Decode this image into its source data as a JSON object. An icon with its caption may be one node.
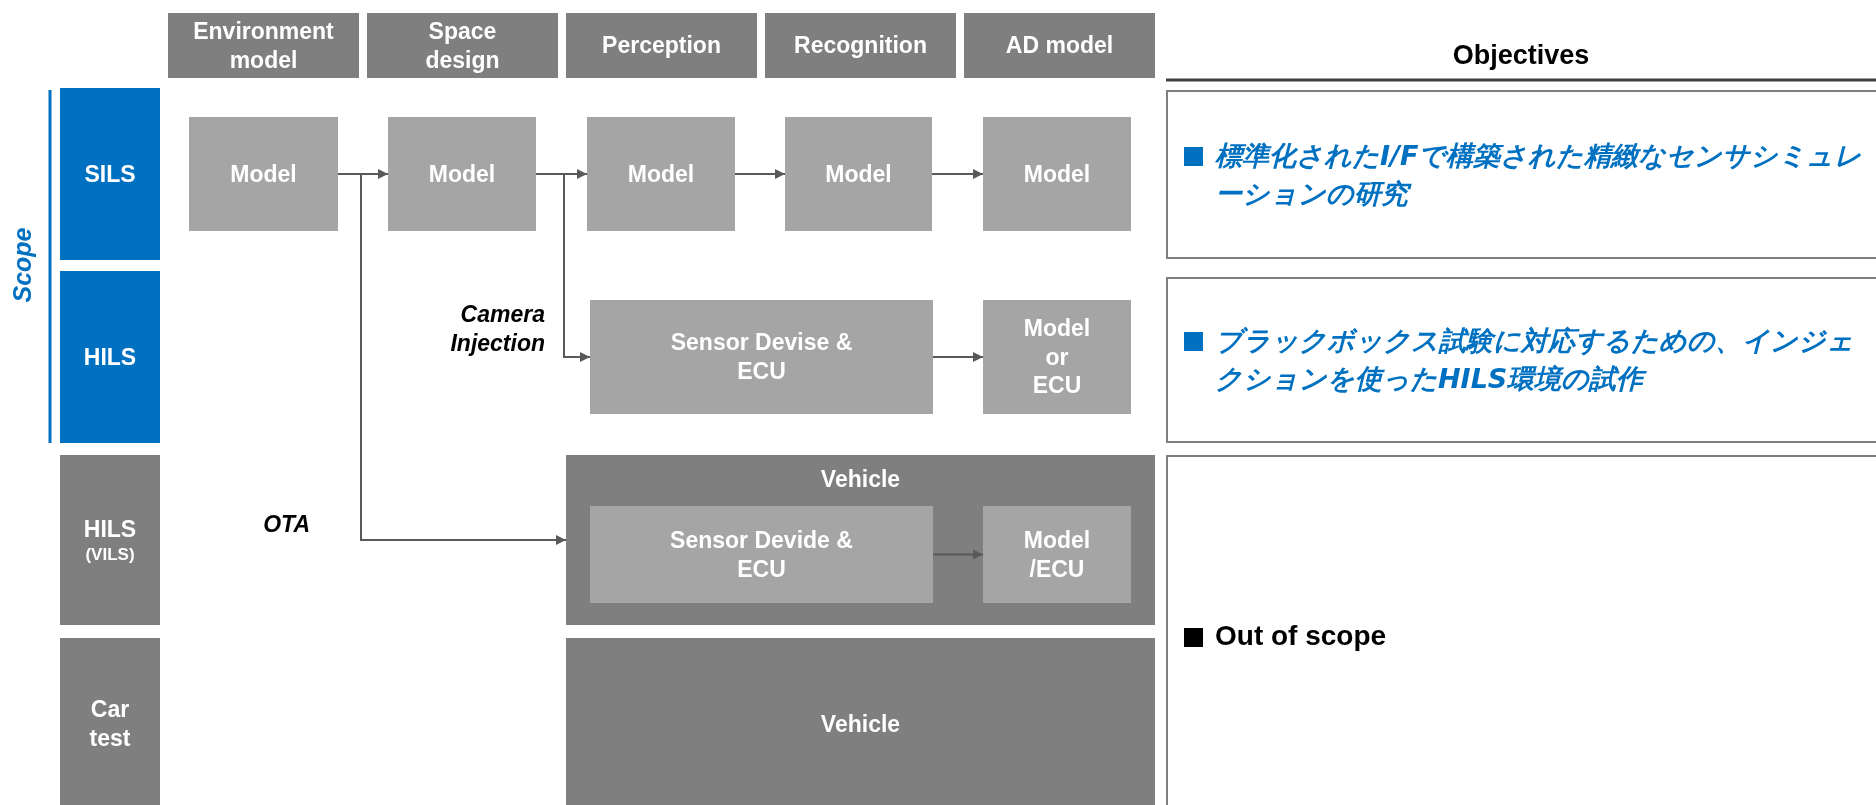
{
  "diagram": {
    "nodes": [
      {
        "text": [
          "Environment model"
        ]
      },
      {
        "text": [
          "Space design"
        ]
      },
      {
        "text": [
          "Perception"
        ]
      },
      {
        "text": [
          "Recognition"
        ]
      },
      {
        "text": [
          "AD model"
        ]
      },
      {
        "text": [
          "SILS"
        ]
      },
      {
        "text": [
          "HILS"
        ]
      },
      {
        "text": [
          "HILS",
          "(VILS)"
        ]
      },
      {
        "text": [
          "Car test"
        ]
      },
      {
        "text": [
          "Model"
        ]
      },
      {
        "text": [
          "Model"
        ]
      },
      {
        "text": [
          "Model"
        ]
      },
      {
        "text": [
          "Model"
        ]
      },
      {
        "text": [
          "Model"
        ]
      },
      {
        "text": [
          "Sensor Devise & ECU"
        ]
      },
      {
        "text": [
          "Model or ECU"
        ]
      },
      {
        "text": [
          "Vehicle"
        ]
      },
      {
        "text": [
          "Sensor Devide & ECU"
        ],
        "in": 16
      },
      {
        "text": [
          "Model /ECU"
        ],
        "in": 16
      },
      {
        "text": [
          "Vehicle"
        ]
      },
      {
        "text": [
          "標準化されたI/Fで構築された精緻なセンサシミュレーションの研究"
        ]
      },
      {
        "text": [
          "ブラックボックス試験に対応するための、インジェクションを使ったHILS環境の試作"
        ]
      },
      {
        "text": [
          "Out of scope"
        ]
      }
    ],
    "edges": [
      {
        "from": 9,
        "to": 10,
        "arrow": "to"
      },
      {
        "from": 9,
        "to": 16,
        "arrow": "to",
        "label": "OTA"
      },
      {
        "from": 10,
        "to": 11,
        "arrow": "to"
      },
      {
        "from": 10,
        "to": 14,
        "arrow": "to",
        "label": "Camera Injection"
      },
      {
        "from": 11,
        "to": 12,
        "arrow": "to"
      },
      {
        "from": 12,
        "to": 13,
        "arrow": "to"
      },
      {
        "from": 14,
        "to": 15,
        "arrow": "to"
      },
      {
        "from": 17,
        "to": 18,
        "arrow": "to"
      }
    ],
    "labels": [
      "Scope",
      "Objectives"
    ]
  }
}
